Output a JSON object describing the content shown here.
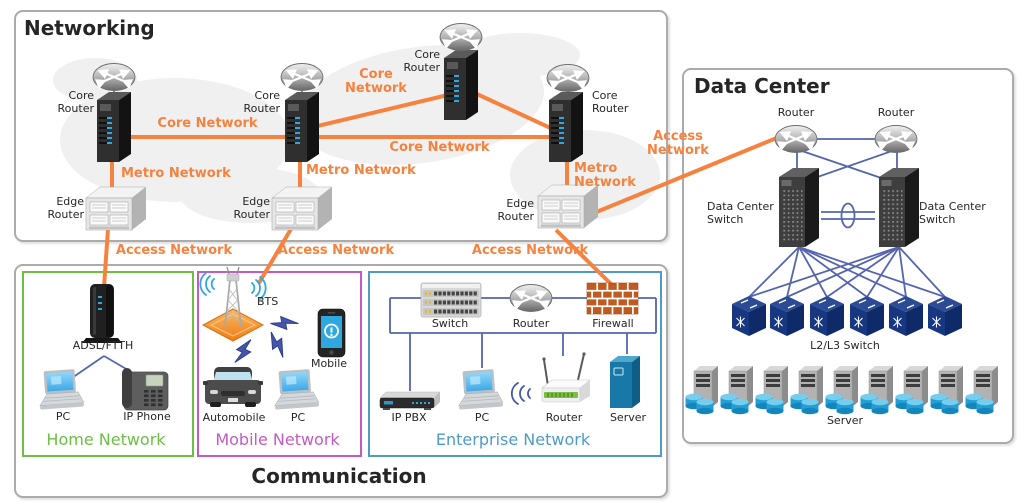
{
  "colors": {
    "orange": "#F5823E",
    "blue_line": "#5565AF",
    "home_green": "#6CBE45",
    "mobile_purple": "#C45BC4",
    "enterprise_blue": "#4E9BC8",
    "device_blue": "#2FA8E0",
    "navy": "#16337D",
    "bolt_indigo": "#4656A8",
    "firewall_brick": "#C05A1F",
    "box_border": "#ABABAB",
    "text": "#262626"
  },
  "networking": {
    "title": "Networking",
    "core_router": "Core Router",
    "edge_router": "Edge Router",
    "core_network": "Core Network",
    "metro_network": "Metro Network",
    "access_network": "Access Network"
  },
  "data_center": {
    "title": "Data Center",
    "router": "Router",
    "switch": "Data Center Switch",
    "l2l3_switch": "L2/L3 Switch",
    "server": "Server"
  },
  "communication": {
    "title": "Communication",
    "home": {
      "title": "Home Network",
      "modem": "ADSL/FTTH",
      "pc": "PC",
      "ip_phone": "IP Phone"
    },
    "mobile": {
      "title": "Mobile Network",
      "bts": "BTS",
      "mobile": "Mobile",
      "automobile": "Automobile",
      "pc": "PC"
    },
    "enterprise": {
      "title": "Enterprise Network",
      "switch": "Switch",
      "router": "Router",
      "firewall": "Firewall",
      "ip_pbx": "IP PBX",
      "pc": "PC",
      "wifi_router": "Router",
      "server": "Server"
    }
  }
}
